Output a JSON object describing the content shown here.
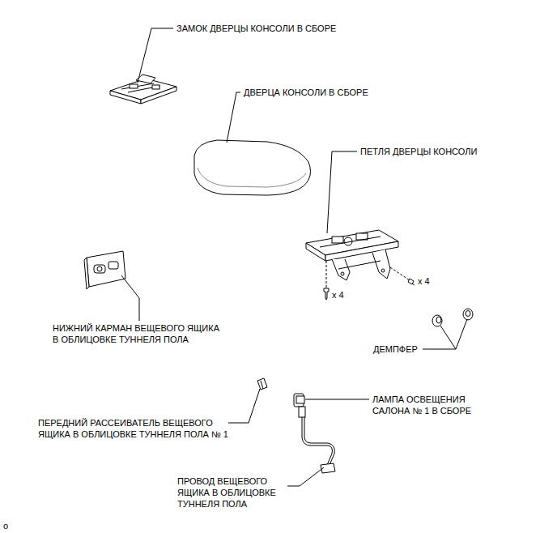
{
  "diagram": {
    "labels": [
      "ЗАМОК ДВЕРЦЫ КОНСОЛИ В СБОРЕ",
      "ДВЕРЦА КОНСОЛИ В СБОРЕ",
      "ПЕТЛЯ ДВЕРЦЫ КОНСОЛИ",
      "x 4",
      "x 4",
      "НИЖНИЙ КАРМАН ВЕЩЕВОГО ЯЩИКА В ОБЛИЦОВКЕ ТУННЕЛЯ ПОЛА",
      "ДЕМПФЕР",
      "ЛАМПА ОСВЕЩЕНИЯ САЛОНА № 1 В СБОРЕ",
      "ПЕРЕДНИЙ РАССЕИВАТЕЛЬ ВЕЩЕВОГО ЯЩИКА В ОБЛИЦОВКЕ ТУННЕЛЯ ПОЛА № 1",
      "ПРОВОД ВЕЩЕВОГО ЯЩИКА В ОБЛИЦОВКЕ ТУННЕЛЯ ПОЛА",
      "o"
    ]
  }
}
